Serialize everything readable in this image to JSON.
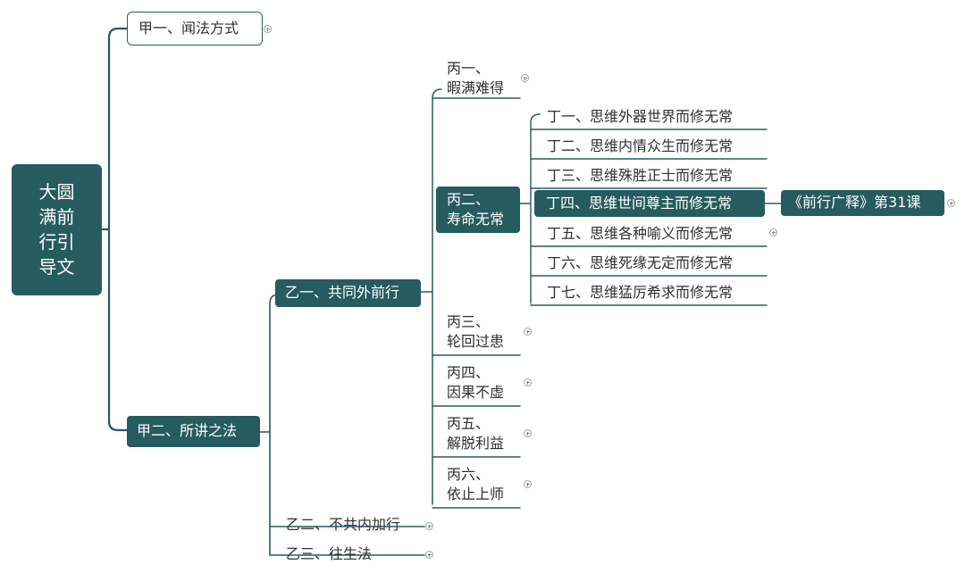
{
  "root": {
    "lines": [
      "大圆",
      "满前",
      "行引",
      "导文"
    ]
  },
  "jia": [
    {
      "label": "甲一、闻法方式"
    },
    {
      "label": "甲二、所讲之法"
    }
  ],
  "yi": [
    {
      "label": "乙一、共同外前行"
    },
    {
      "label": "乙二、不共内加行"
    },
    {
      "label": "乙三、往生法"
    }
  ],
  "bing": [
    {
      "line1": "丙一、",
      "line2": "暇满难得"
    },
    {
      "line1": "丙二、",
      "line2": "寿命无常"
    },
    {
      "line1": "丙三、",
      "line2": "轮回过患"
    },
    {
      "line1": "丙四、",
      "line2": "因果不虚"
    },
    {
      "line1": "丙五、",
      "line2": "解脱利益"
    },
    {
      "line1": "丙六、",
      "line2": "依止上师"
    }
  ],
  "ding": [
    {
      "label": "丁一、思维外器世界而修无常"
    },
    {
      "label": "丁二、思维内情众生而修无常"
    },
    {
      "label": "丁三、思维殊胜正士而修无常"
    },
    {
      "label": "丁四、思维世间尊主而修无常"
    },
    {
      "label": "丁五、思维各种喻义而修无常"
    },
    {
      "label": "丁六、思维死缘无定而修无常"
    },
    {
      "label": "丁七、思维猛厉希求而修无常"
    }
  ],
  "lesson": {
    "label": "《前行广释》第31课"
  },
  "colors": {
    "dark": "#265b60",
    "line": "#265b60",
    "text": "#2f2f2f",
    "expander": "#9aa5a6"
  }
}
